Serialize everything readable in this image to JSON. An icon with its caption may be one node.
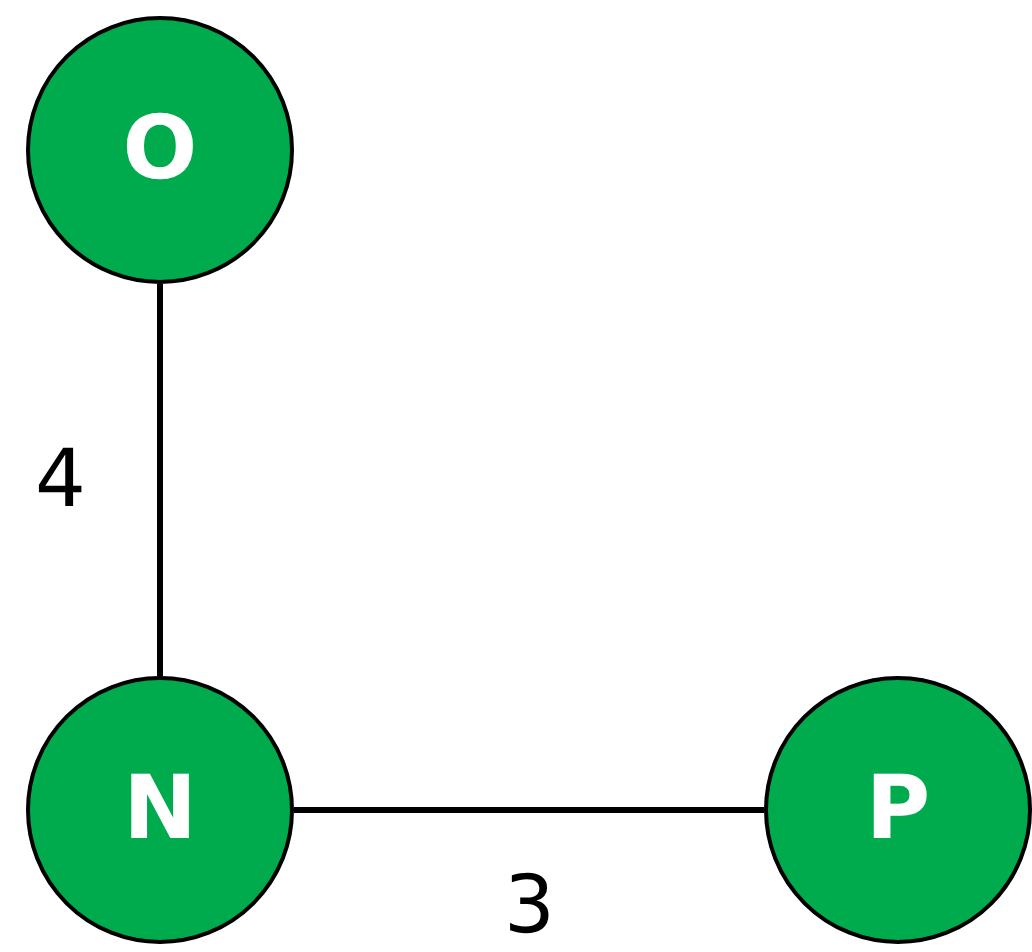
{
  "diagram": {
    "nodes": [
      {
        "text": [
          "O"
        ]
      },
      {
        "text": [
          "N"
        ]
      },
      {
        "text": [
          "P"
        ]
      }
    ],
    "edges": [
      {
        "from": 0,
        "to": 1,
        "arrow": "none",
        "label": "4"
      },
      {
        "from": 1,
        "to": 2,
        "arrow": "none",
        "label": "3"
      }
    ]
  }
}
